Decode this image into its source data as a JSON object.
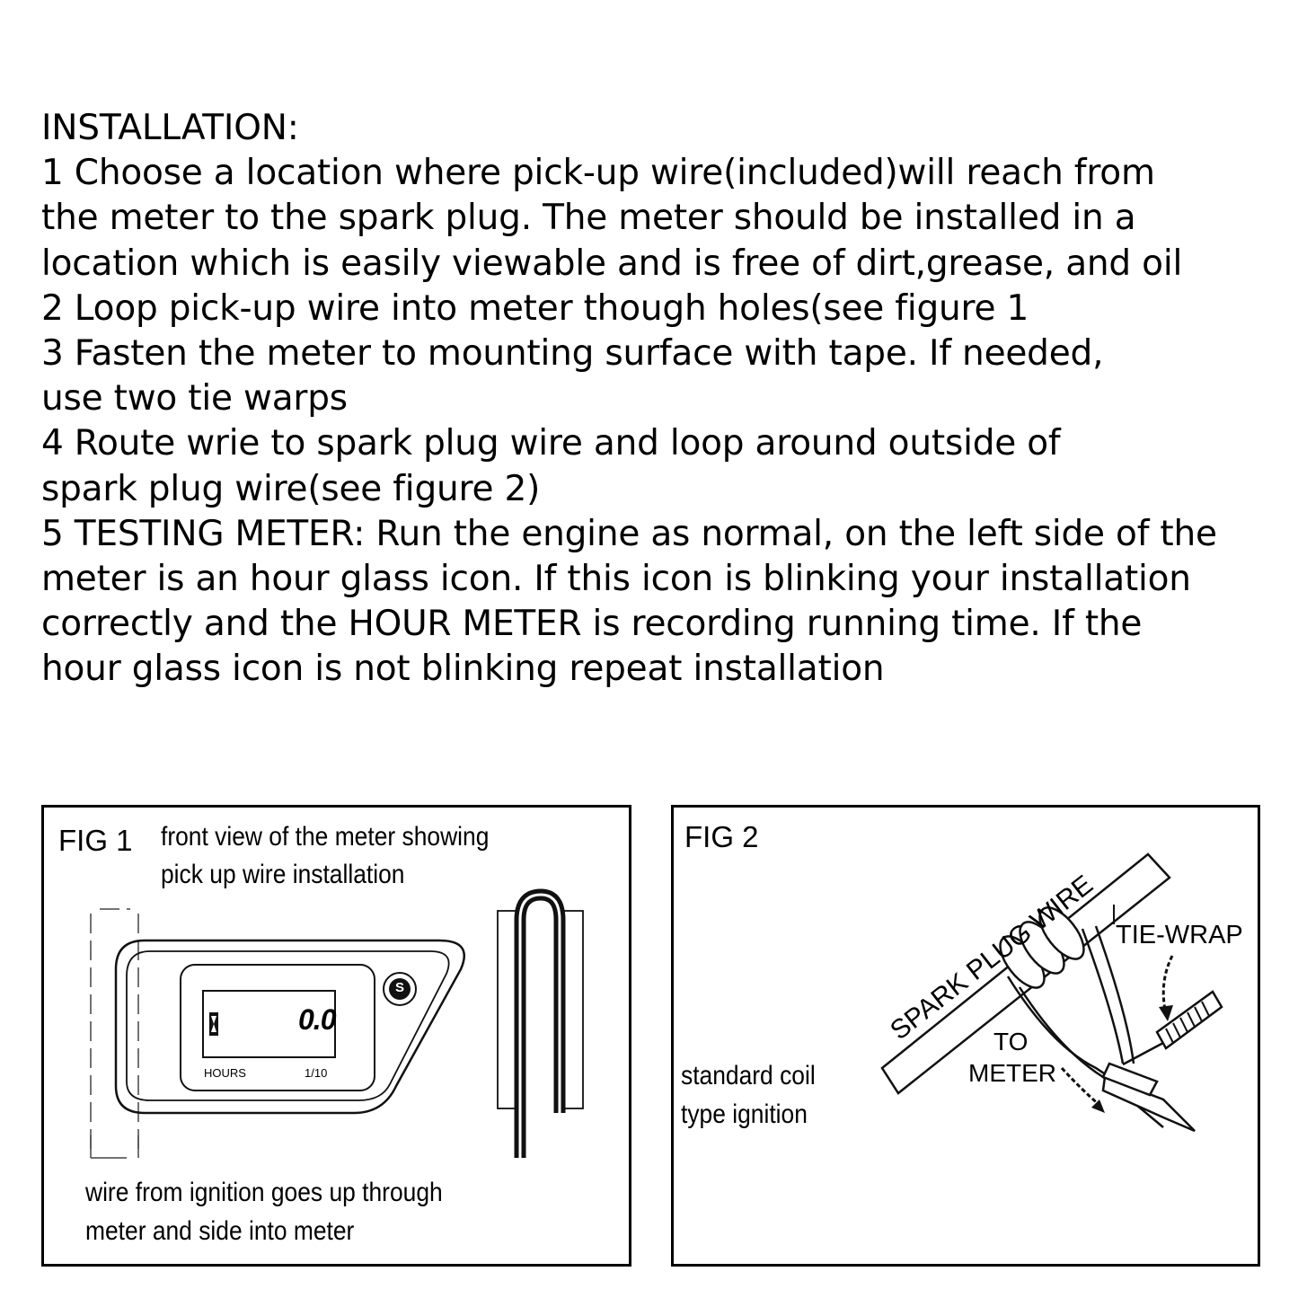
{
  "instructions": {
    "heading": "INSTALLATION:",
    "lines": [
      "1 Choose a location where pick-up wire(included)will reach from",
      "the meter to the spark plug. The meter should be installed in a",
      "location which is easily viewable and is free of dirt,grease, and oil",
      "2 Loop pick-up wire into meter though holes(see figure 1",
      "3 Fasten the meter to mounting surface with tape. If needed,",
      "use two tie warps",
      "4 Route wrie to spark plug wire and loop around outside of",
      "spark plug wire(see figure 2)",
      "5 TESTING METER: Run the engine as normal, on the left side of the",
      "meter is an hour glass icon. If this icon is blinking your installation",
      "correctly and the HOUR METER is recording running time. If the",
      "hour glass icon is not blinking repeat installation"
    ]
  },
  "figure1": {
    "label": "FIG 1",
    "caption_line1": "front view of the meter showing",
    "caption_line2": "pick up wire installation",
    "display_value": "0.0",
    "button_label": "S",
    "unit_label": "HOURS",
    "scale_label": "1/10",
    "footer_line1": "wire from ignition goes up through",
    "footer_line2": "meter and side into meter"
  },
  "figure2": {
    "label": "FIG 2",
    "wire_label": "SPARK PLUG WIRE",
    "tie_label": "TIE-WRAP",
    "to_label": "TO",
    "meter_label": "METER",
    "side_line1": "standard coil",
    "side_line2": "type ignition"
  }
}
